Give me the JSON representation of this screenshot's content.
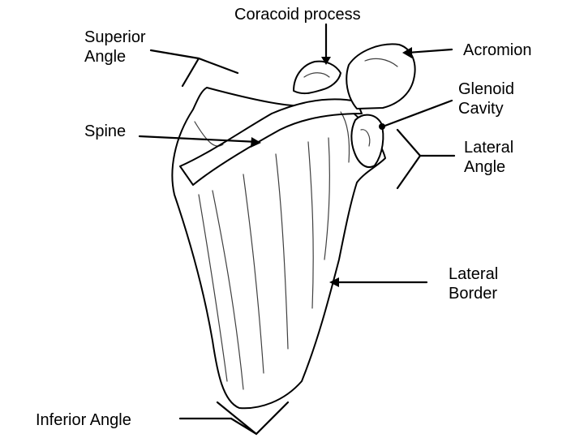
{
  "labels": {
    "superior_angle": [
      "Superior",
      "Angle"
    ],
    "coracoid_process": "Coracoid process",
    "acromion": "Acromion",
    "glenoid_cavity": [
      "Glenoid",
      "Cavity"
    ],
    "spine": "Spine",
    "lateral_angle": [
      "Lateral",
      "Angle"
    ],
    "lateral_border": [
      "Lateral",
      "Border"
    ],
    "inferior_angle": "Inferior Angle"
  },
  "colors": {
    "ink": "#000000",
    "bone_fill": "#ffffff",
    "background": "#ffffff"
  }
}
